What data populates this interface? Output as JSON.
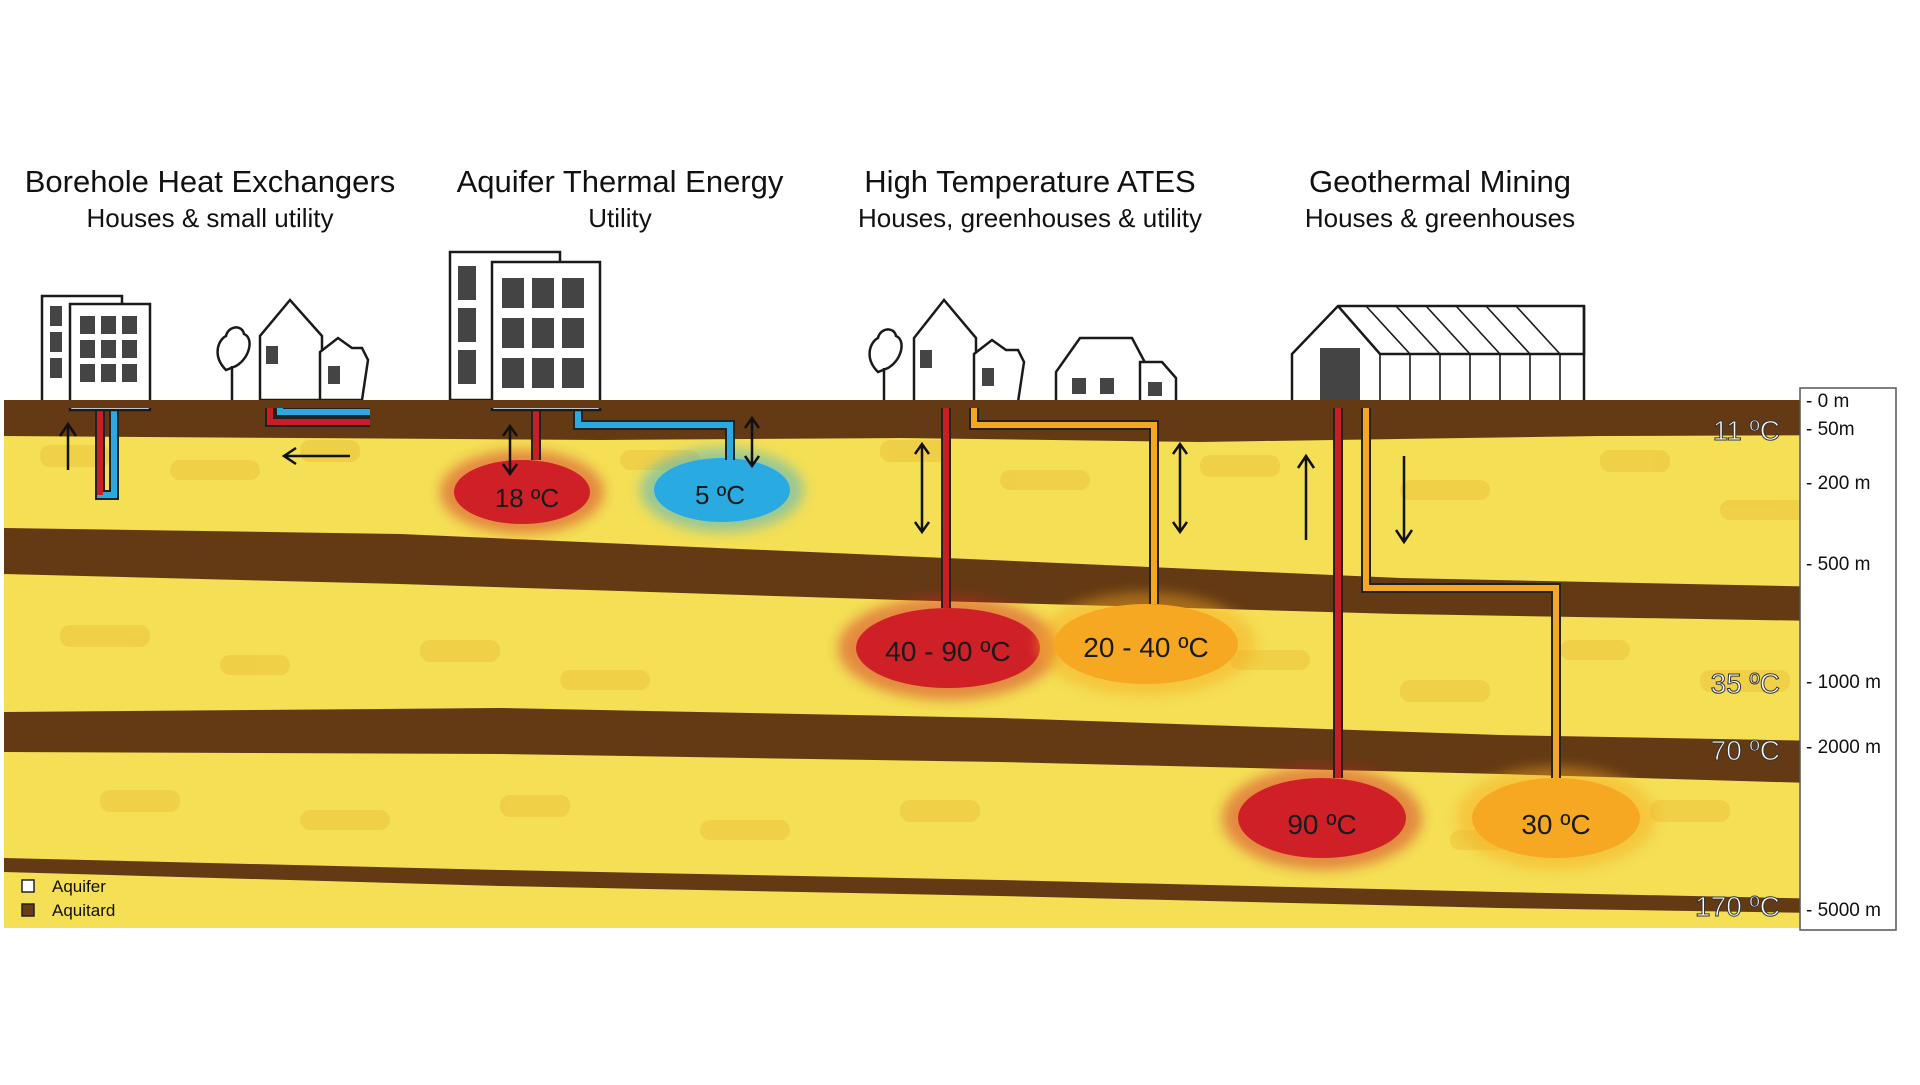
{
  "sections": [
    {
      "title": "Borehole Heat Exchangers",
      "subtitle": "Houses & small utility"
    },
    {
      "title": "Aquifer Thermal Energy",
      "subtitle": "Utility"
    },
    {
      "title": "High Temperature ATES",
      "subtitle": "Houses, greenhouses & utility"
    },
    {
      "title": "Geothermal Mining",
      "subtitle": "Houses & greenhouses"
    }
  ],
  "reservoirs": [
    {
      "label": "18 ºC",
      "color": "#cf2027"
    },
    {
      "label": "5 ºC",
      "color": "#29abe2"
    },
    {
      "label": "40 - 90 ºC",
      "color": "#cf2027"
    },
    {
      "label": "20 - 40 ºC",
      "color": "#f7a823"
    },
    {
      "label": "90 ºC",
      "color": "#cf2027"
    },
    {
      "label": "30 ºC",
      "color": "#f7a823"
    }
  ],
  "temperatures": [
    "11 ºC",
    "35 ºC",
    "70 ºC",
    "170 ºC"
  ],
  "depth_scale": [
    "- 0 m",
    "- 50m",
    "- 200 m",
    "- 500 m",
    "- 1000 m",
    "- 2000 m",
    "- 5000 m"
  ],
  "legend": [
    {
      "label": "Aquifer",
      "swatch": "#ffffff"
    },
    {
      "label": "Aquitard",
      "swatch": "#6b3d14"
    }
  ],
  "colors": {
    "aquifer": "#f4df55",
    "aquitard": "#643a14",
    "hot_pipe": "#c81e24",
    "cold_pipe": "#29abe2",
    "warm_pipe": "#f5a623"
  }
}
